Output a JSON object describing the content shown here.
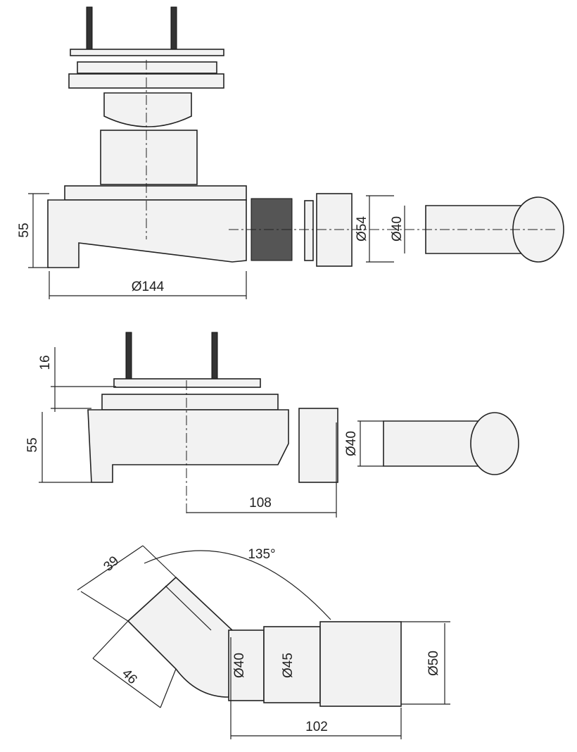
{
  "views": {
    "side_view": {
      "height": "55",
      "diameter_body": "Ø144",
      "diameter_nut": "Ø54",
      "diameter_pipe": "Ø40"
    },
    "front_view": {
      "plate_height": "16",
      "height": "55",
      "offset": "108",
      "diameter_pipe": "Ø40"
    },
    "elbow_view": {
      "length_a": "39",
      "length_b": "46",
      "angle": "135°",
      "diameter_inlet": "Ø40",
      "diameter_mid": "Ø45",
      "diameter_outlet": "Ø50",
      "length": "102"
    }
  }
}
